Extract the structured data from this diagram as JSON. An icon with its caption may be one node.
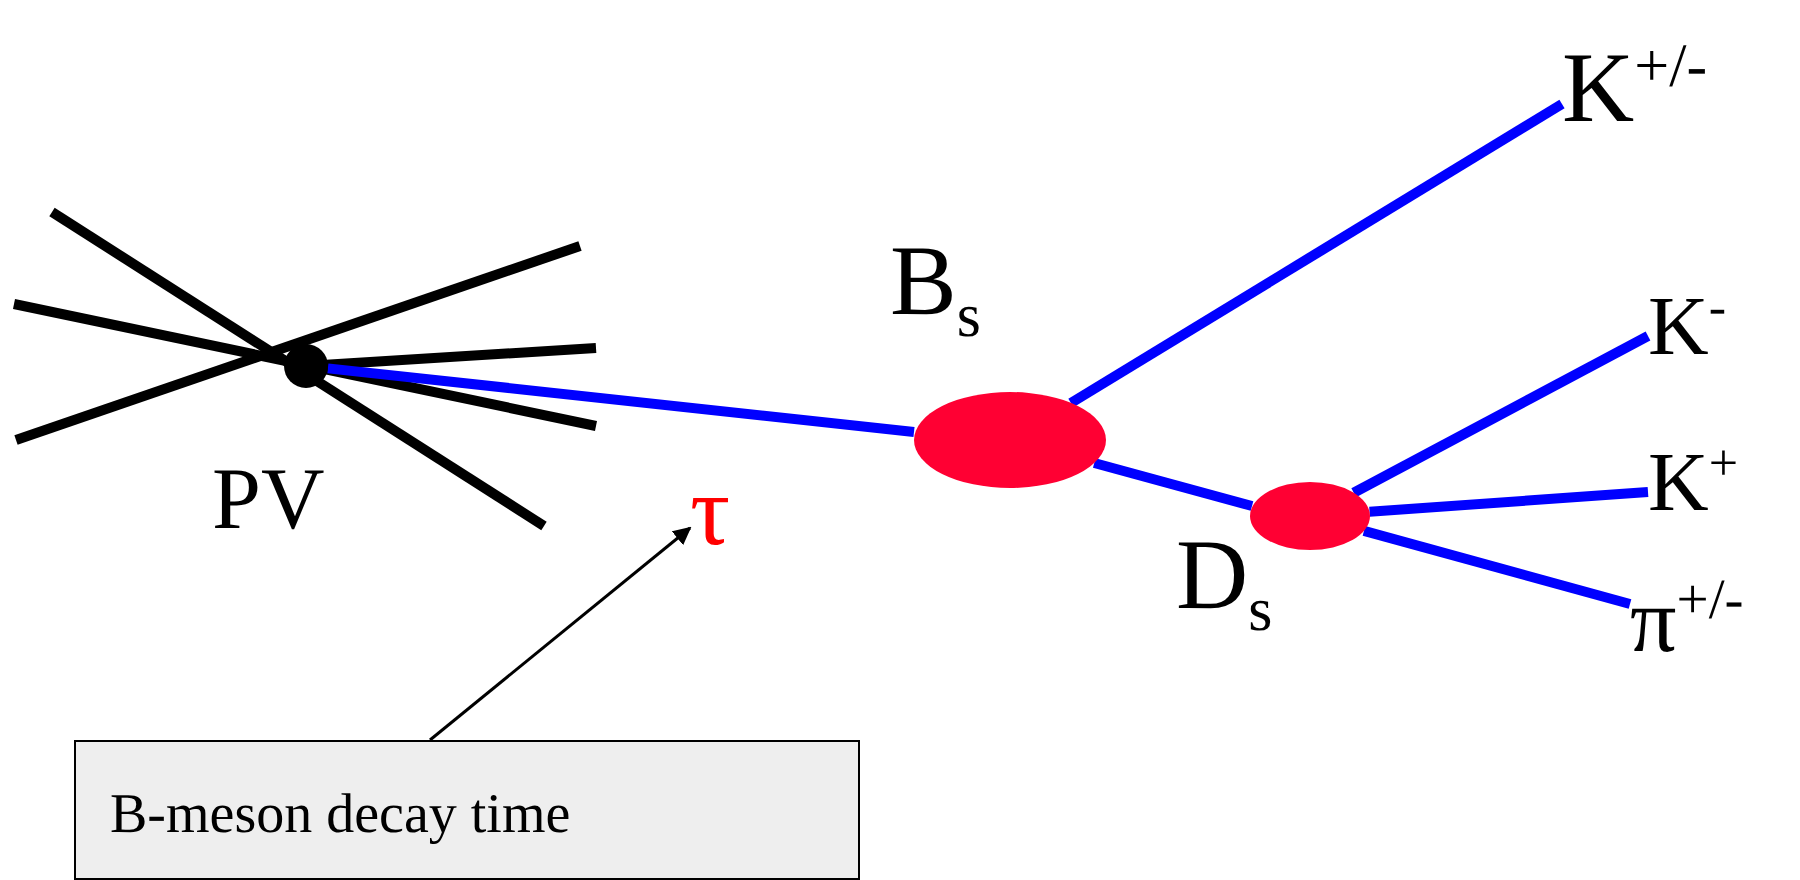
{
  "diagram": {
    "nodes": [
      {
        "text": [],
        "shape": "circle",
        "beside": [
          "PV"
        ]
      },
      {
        "text": [],
        "shape": "ellipse",
        "beside": [
          "B$_{s}$"
        ]
      },
      {
        "text": [],
        "shape": "ellipse",
        "beside": [
          "D$_{s}$"
        ]
      },
      {
        "text": [
          "K$^{+/-}$"
        ]
      },
      {
        "text": [
          "K$^{-}$"
        ]
      },
      {
        "text": [
          "K$^{+}$"
        ]
      },
      {
        "text": [
          "π$^{+/-}$"
        ]
      },
      {
        "text": [
          "τ"
        ]
      },
      {
        "text": [
          "B-meson decay time"
        ]
      }
    ],
    "edges": [
      {
        "from": 0,
        "to": 1,
        "arrow": "none"
      },
      {
        "from": 1,
        "to": 3,
        "arrow": "none"
      },
      {
        "from": 1,
        "to": 2,
        "arrow": "none"
      },
      {
        "from": 2,
        "to": 4,
        "arrow": "none"
      },
      {
        "from": 2,
        "to": 5,
        "arrow": "none"
      },
      {
        "from": 2,
        "to": 6,
        "arrow": "none"
      },
      {
        "from": 8,
        "to": 7,
        "arrow": "to",
        "color": "#000000"
      }
    ]
  }
}
